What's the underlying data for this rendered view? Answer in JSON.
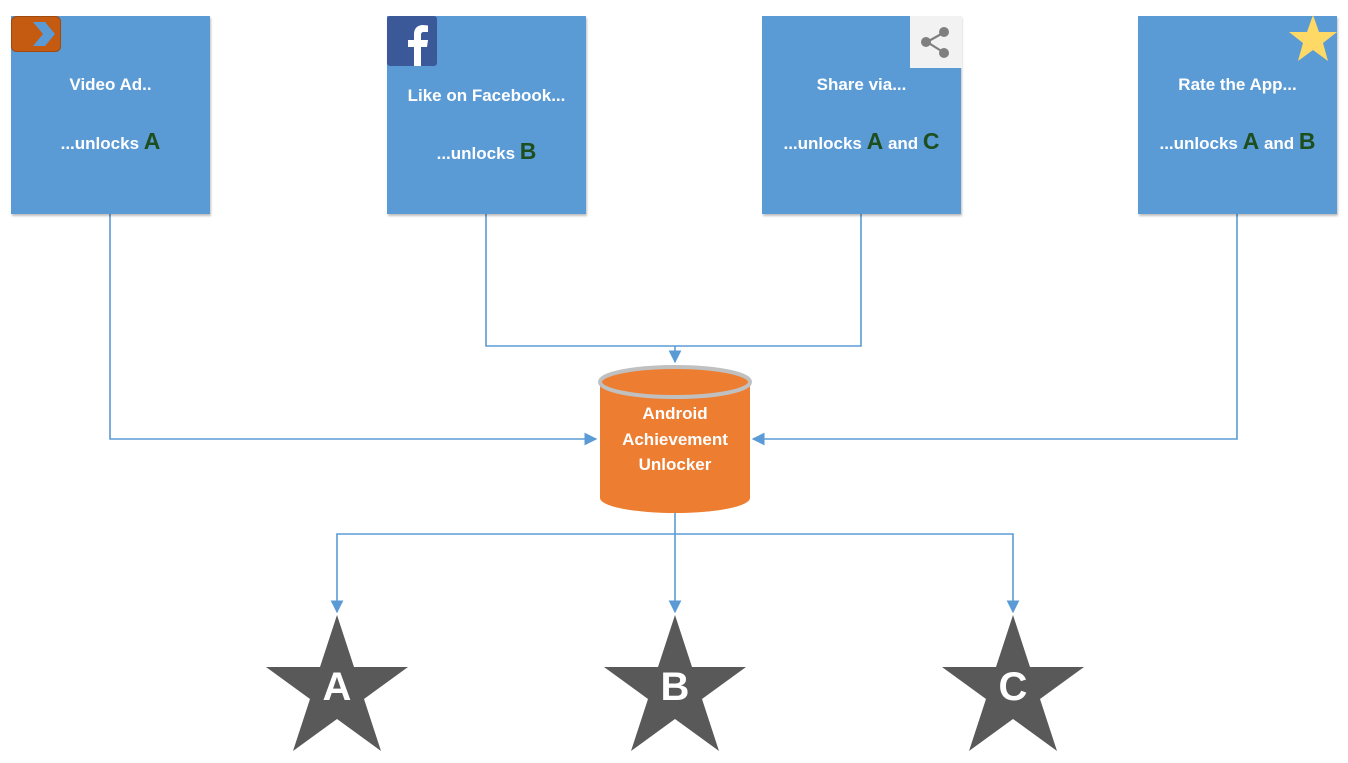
{
  "sources": [
    {
      "name": "video-ad",
      "title": "Video Ad..",
      "unlock_prefix": "...unlocks ",
      "ach1": "A",
      "conj": "",
      "ach2": "",
      "icon": "play-arrow-icon"
    },
    {
      "name": "facebook",
      "title": "Like on Facebook...",
      "unlock_prefix": "...unlocks ",
      "ach1": "B",
      "conj": "",
      "ach2": "",
      "icon": "facebook-icon"
    },
    {
      "name": "share",
      "title": "Share via...",
      "unlock_prefix": "...unlocks ",
      "ach1": "A",
      "conj": " and ",
      "ach2": "C",
      "icon": "share-icon"
    },
    {
      "name": "rate",
      "title": "Rate the App...",
      "unlock_prefix": "...unlocks ",
      "ach1": "A",
      "conj": " and ",
      "ach2": "B",
      "icon": "star-icon"
    }
  ],
  "hub": {
    "label_line1": "Android",
    "label_line2": "Achievement",
    "label_line3": "Unlocker"
  },
  "achievements": [
    "A",
    "B",
    "C"
  ],
  "colors": {
    "box": "#5b9bd5",
    "connector": "#5b9bd5",
    "hub": "#ed7d31",
    "hub_rim": "#c0c0c0",
    "star": "#595959",
    "achievement_text": "#1e4d1e"
  }
}
